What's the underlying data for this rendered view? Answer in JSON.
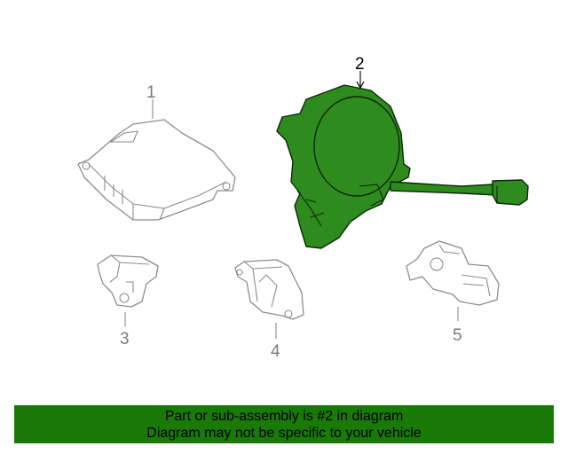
{
  "diagram": {
    "callouts": [
      {
        "label": "1"
      },
      {
        "label": "2"
      },
      {
        "label": "3"
      },
      {
        "label": "4"
      },
      {
        "label": "5"
      }
    ],
    "selected_part": "2",
    "colors": {
      "selected_fill": "#2e8b1e",
      "part_outline": "#8c8c8c",
      "banner_bg": "#1a7a08"
    }
  },
  "banner": {
    "line1": "Part or sub-assembly is #2 in diagram",
    "line2": "Diagram may not be specific to your vehicle"
  }
}
